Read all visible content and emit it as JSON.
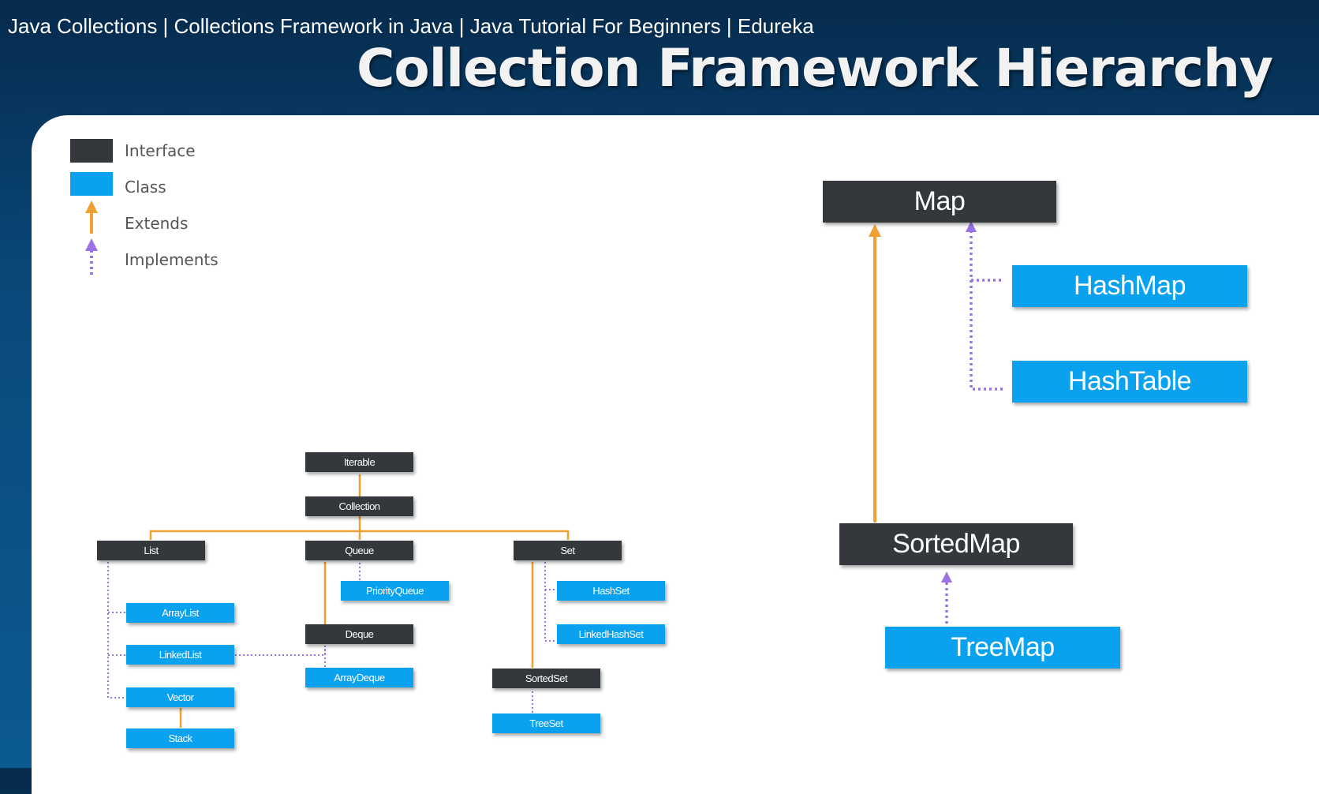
{
  "video": {
    "title": "Java Collections | Collections Framework in Java | Java Tutorial For Beginners | Edureka"
  },
  "slide": {
    "title": "Collection Framework Hierarchy"
  },
  "legend": {
    "interface": "Interface",
    "class": "Class",
    "extends": "Extends",
    "implements": "Implements"
  },
  "colors": {
    "interface": "#34373c",
    "class": "#0aa2ee",
    "extends": "#f0a030",
    "implements": "#9b72e6"
  },
  "collection_tree": {
    "iterable": "Iterable",
    "collection": "Collection",
    "list": "List",
    "queue": "Queue",
    "set": "Set",
    "arraylist": "ArrayList",
    "linkedlist": "LinkedList",
    "vector": "Vector",
    "stack": "Stack",
    "priorityqueue": "PriorityQueue",
    "deque": "Deque",
    "arraydeque": "ArrayDeque",
    "hashset": "HashSet",
    "linkedhashset": "LinkedHashSet",
    "sortedset": "SortedSet",
    "treeset": "TreeSet"
  },
  "map_tree": {
    "map": "Map",
    "hashmap": "HashMap",
    "hashtable": "HashTable",
    "sortedmap": "SortedMap",
    "treemap": "TreeMap"
  }
}
